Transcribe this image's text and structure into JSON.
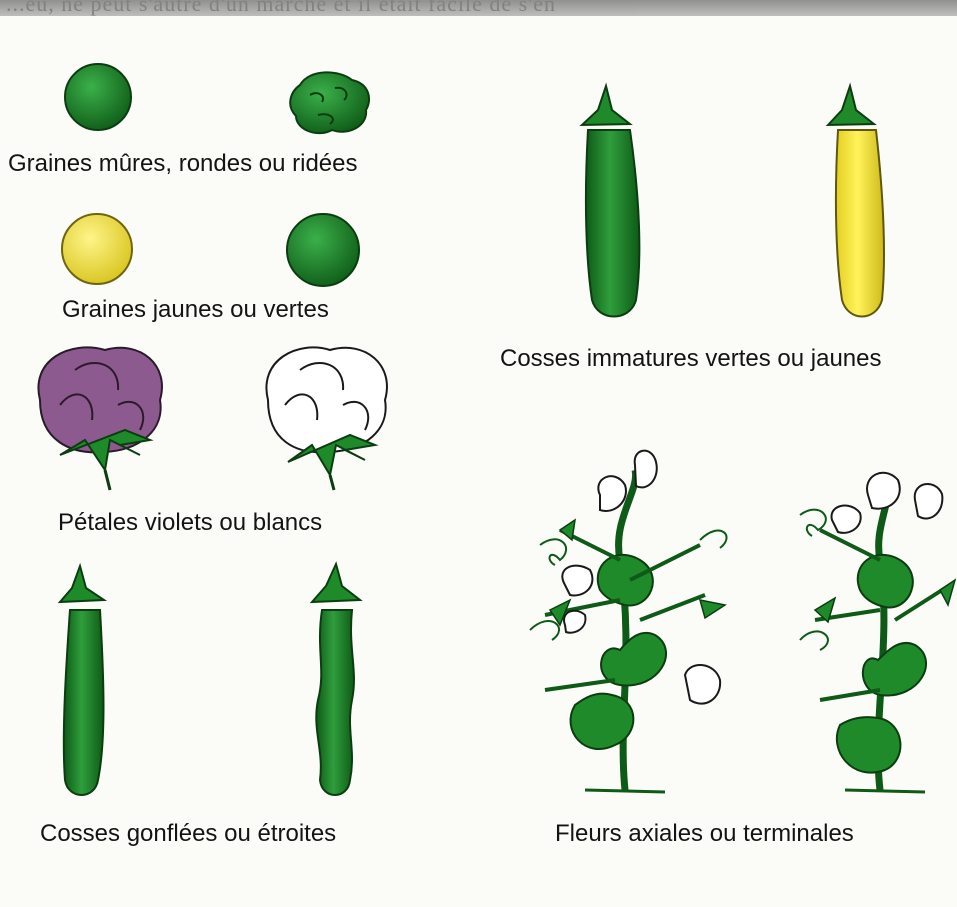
{
  "header_fragment": "...eu, ne peut s'autre d'un marché et il était facile de s'en",
  "labels": {
    "seeds_shape": "Graines mûres, rondes ou ridées",
    "seeds_color": "Graines jaunes ou vertes",
    "petals": "Pétales violets ou blancs",
    "pods_shape": "Cosses gonflées ou étroites",
    "pods_color": "Cosses immatures vertes ou jaunes",
    "flowers": "Fleurs axiales ou terminales"
  },
  "colors": {
    "green": "#1f8a2a",
    "green_dark": "#0e5a17",
    "yellow": "#f2e23a",
    "violet": "#8c5a8e",
    "white": "#ffffff",
    "ink": "#141414"
  }
}
